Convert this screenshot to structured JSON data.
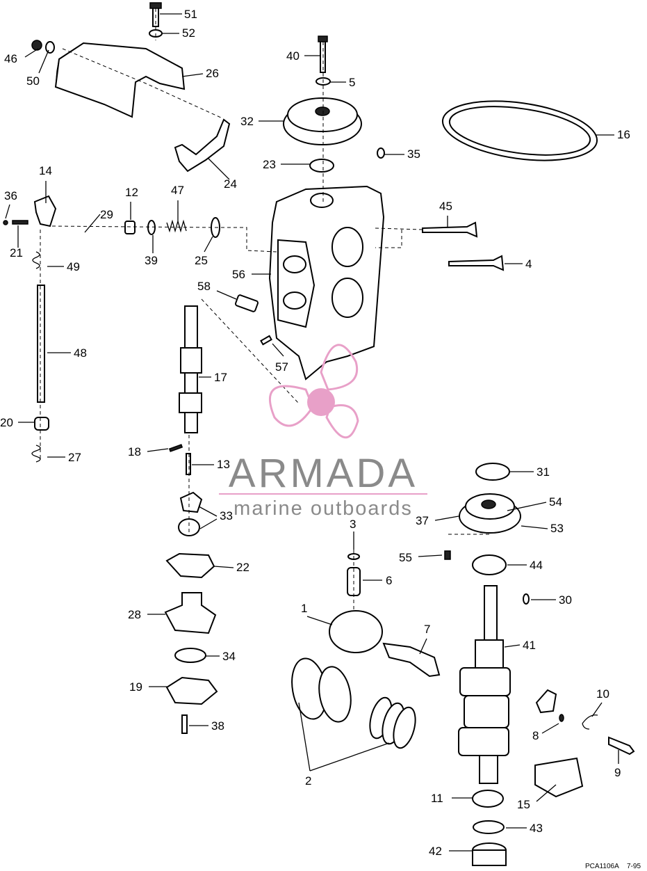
{
  "diagram": {
    "callouts": [
      "51",
      "52",
      "46",
      "50",
      "26",
      "40",
      "5",
      "32",
      "16",
      "35",
      "23",
      "24",
      "14",
      "36",
      "12",
      "47",
      "29",
      "45",
      "21",
      "39",
      "25",
      "4",
      "49",
      "56",
      "58",
      "48",
      "17",
      "57",
      "20",
      "27",
      "18",
      "13",
      "31",
      "54",
      "37",
      "53",
      "33",
      "3",
      "55",
      "44",
      "22",
      "6",
      "30",
      "28",
      "1",
      "7",
      "41",
      "34",
      "19",
      "10",
      "8",
      "38",
      "9",
      "2",
      "11",
      "15",
      "43",
      "42"
    ]
  },
  "watermark": {
    "brand": "ARMADA",
    "tagline": "marine outboards",
    "accent_color": "#e8a0c8"
  },
  "footer": {
    "code": "PCA1106A",
    "date": "7-95"
  }
}
